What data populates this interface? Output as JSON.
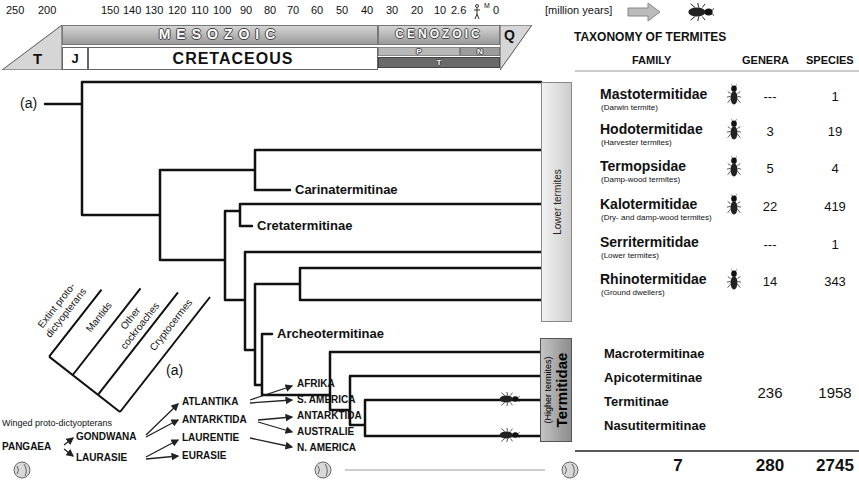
{
  "diagram": {
    "nodes": [
      {
        "text": [
          "T"
        ]
      },
      {
        "text": [
          "J"
        ]
      },
      {
        "text": [
          "CRETACEOUS"
        ]
      },
      {
        "text": [
          "MESOZOIC"
        ]
      },
      {
        "text": [
          "CENOZOIC"
        ]
      },
      {
        "text": [
          "P"
        ]
      },
      {
        "text": [
          "N"
        ]
      },
      {
        "text": [
          "T"
        ]
      },
      {
        "text": [
          "Q"
        ]
      },
      {
        "text": [
          "Lower termites"
        ]
      },
      {
        "text": [
          "Termitidae",
          "(Higher termites)"
        ]
      }
    ],
    "labels": [
      "250",
      "200",
      "150",
      "140",
      "130",
      "120",
      "110",
      "100",
      "90",
      "80",
      "70",
      "60",
      "50",
      "40",
      "30",
      "20",
      "10",
      "2.6",
      "M",
      "0",
      "[million years]",
      "TAXONOMY OF TERMITES",
      "FAMILY",
      "GENERA",
      "SPECIES",
      "Mastotermitidae",
      "(Darwin termite)",
      "---",
      "1",
      "Hodotermitidae",
      "(Harvester termites)",
      "3",
      "19",
      "Termopsidae",
      "(Damp-wood termites)",
      "5",
      "4",
      "Kalotermitidae",
      "(Dry- and damp-wood termites)",
      "22",
      "419",
      "Serritermitidae",
      "(Lower termites)",
      "---",
      "1",
      "Rhinotermitidae",
      "(Ground dwellers)",
      "14",
      "343",
      "Macrotermitinae",
      "Apicotermitinae",
      "Termitinae",
      "Nasutitermitinae",
      "236",
      "1958",
      "7",
      "280",
      "2745",
      "(a)",
      "(a)",
      "Carinatermitinae",
      "Cretatermitinae",
      "Archeotermitinae",
      "Cryptocermes",
      "Other cockroaches",
      "Mantids",
      "Extint proto-dictyopterans",
      "Winged proto-dictyopterans",
      "PANGAEA",
      "GONDWANA",
      "LAURASIE",
      "ATLANTIKA",
      "ANTARKTIDA",
      "LAURENTIE",
      "EURASIE",
      "AFRIKA",
      "S. AMERICA",
      "ANTARKTIDA",
      "AUSTRALIE",
      "N. AMERICA"
    ]
  }
}
